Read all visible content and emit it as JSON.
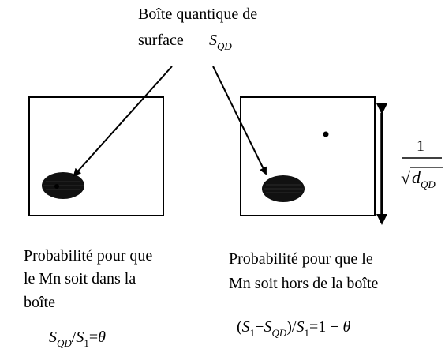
{
  "top_label": {
    "line1": "Boîte quantique de",
    "line2": "surface",
    "symbol_main": "S",
    "symbol_sub": "QD"
  },
  "scale_label": {
    "numerator": "1",
    "radical": "√",
    "var": "d",
    "sub": "QD"
  },
  "left_caption": {
    "line1": "Probabilité pour que",
    "line2": "le Mn soit dans la",
    "line3": "boîte"
  },
  "right_caption": {
    "line1": "Probabilité pour que le",
    "line2": "Mn soit hors de la boîte"
  },
  "left_formula": {
    "s": "S",
    "qd": "QD",
    "slash": "/",
    "s1": "S",
    "one": "1",
    "eq": "=",
    "theta": "θ"
  },
  "right_formula": {
    "open": "(",
    "s": "S",
    "one_a": "1",
    "minus": "−",
    "s_qd": "S",
    "qd": "QD",
    "close": ")/",
    "s1": "S",
    "one_b": "1",
    "eq": "=",
    "rhs": "1 − ",
    "theta": "θ"
  },
  "colors": {
    "ink": "#000000",
    "background": "#ffffff",
    "dot_fill": "#111111"
  }
}
